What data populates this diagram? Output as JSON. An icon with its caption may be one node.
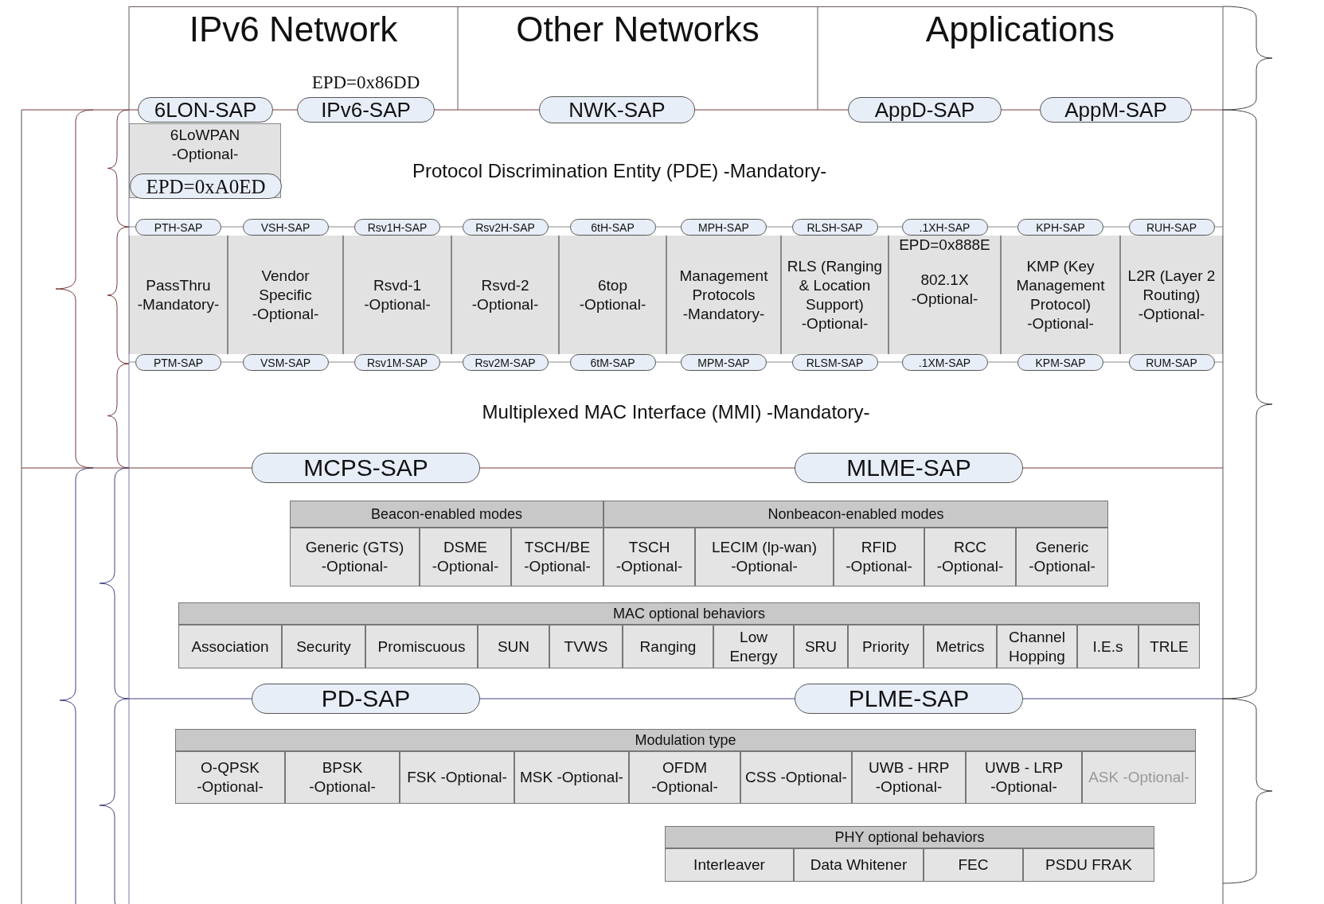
{
  "diagram": {
    "nodes": [
      {
        "text": [
          "IPv6 Network"
        ]
      },
      {
        "text": [
          "Other Networks"
        ]
      },
      {
        "text": [
          "Applications"
        ]
      },
      {
        "text": [
          "Protocol Discrimination Entity (PDE) -Mandatory-"
        ]
      },
      {
        "text": [
          "6LoWPAN -Optional-"
        ]
      },
      {
        "text": [
          "EPD=0xA0ED"
        ],
        "in": 4
      },
      {
        "text": [
          "6LON-SAP"
        ]
      },
      {
        "text": [
          "IPv6-SAP"
        ],
        "beside": [
          "EPD=0x86DD"
        ]
      },
      {
        "text": [
          "NWK-SAP"
        ]
      },
      {
        "text": [
          "AppD-SAP"
        ]
      },
      {
        "text": [
          "AppM-SAP"
        ]
      },
      {
        "text": [
          "PTH-SAP"
        ]
      },
      {
        "text": [
          "VSH-SAP"
        ]
      },
      {
        "text": [
          "Rsv1H-SAP"
        ]
      },
      {
        "text": [
          "Rsv2H-SAP"
        ]
      },
      {
        "text": [
          "6tH-SAP"
        ]
      },
      {
        "text": [
          "MPH-SAP"
        ]
      },
      {
        "text": [
          "RLSH-SAP"
        ]
      },
      {
        "text": [
          ".1XH-SAP"
        ]
      },
      {
        "text": [
          "KPH-SAP"
        ]
      },
      {
        "text": [
          "RUH-SAP"
        ]
      },
      {
        "text": [
          "PassThru -Mandatory-"
        ]
      },
      {
        "text": [
          "Vendor Specific -Optional-"
        ]
      },
      {
        "text": [
          "Rsvd-1 -Optional-"
        ]
      },
      {
        "text": [
          "Rsvd-2 -Optional-"
        ]
      },
      {
        "text": [
          "6top -Optional-"
        ]
      },
      {
        "text": [
          "Management Protocols -Mandatory-"
        ]
      },
      {
        "text": [
          "RLS (Ranging & Location Support) -Optional-"
        ]
      },
      {
        "text": [
          "EPD=0x888E",
          "802.1X -Optional-"
        ]
      },
      {
        "text": [
          "KMP (Key Management Protocol) -Optional-"
        ]
      },
      {
        "text": [
          "L2R (Layer 2 Routing) -Optional-"
        ]
      },
      {
        "text": [
          "PTM-SAP"
        ]
      },
      {
        "text": [
          "VSM-SAP"
        ]
      },
      {
        "text": [
          "Rsv1M-SAP"
        ]
      },
      {
        "text": [
          "Rsv2M-SAP"
        ]
      },
      {
        "text": [
          "6tM-SAP"
        ]
      },
      {
        "text": [
          "MPM-SAP"
        ]
      },
      {
        "text": [
          "RLSM-SAP"
        ]
      },
      {
        "text": [
          ".1XM-SAP"
        ]
      },
      {
        "text": [
          "KPM-SAP"
        ]
      },
      {
        "text": [
          "RUM-SAP"
        ]
      },
      {
        "text": [
          "Multiplexed MAC Interface (MMI) -Mandatory-"
        ]
      },
      {
        "text": [
          "MCPS-SAP"
        ]
      },
      {
        "text": [
          "MLME-SAP"
        ]
      },
      {
        "text": [
          "Beacon-enabled modes"
        ]
      },
      {
        "text": [
          "Nonbeacon-enabled modes"
        ]
      },
      {
        "text": [
          "Generic (GTS) -Optional-"
        ]
      },
      {
        "text": [
          "DSME -Optional-"
        ]
      },
      {
        "text": [
          "TSCH/BE -Optional-"
        ]
      },
      {
        "text": [
          "TSCH -Optional-"
        ]
      },
      {
        "text": [
          "LECIM (lp-wan) -Optional-"
        ]
      },
      {
        "text": [
          "RFID -Optional-"
        ]
      },
      {
        "text": [
          "RCC -Optional-"
        ]
      },
      {
        "text": [
          "Generic -Optional-"
        ]
      },
      {
        "text": [
          "MAC optional behaviors"
        ]
      },
      {
        "text": [
          "Association"
        ]
      },
      {
        "text": [
          "Security"
        ]
      },
      {
        "text": [
          "Promiscuous"
        ]
      },
      {
        "text": [
          "SUN"
        ]
      },
      {
        "text": [
          "TVWS"
        ]
      },
      {
        "text": [
          "Ranging"
        ]
      },
      {
        "text": [
          "Low Energy"
        ]
      },
      {
        "text": [
          "SRU"
        ]
      },
      {
        "text": [
          "Priority"
        ]
      },
      {
        "text": [
          "Metrics"
        ]
      },
      {
        "text": [
          "Channel Hopping"
        ]
      },
      {
        "text": [
          "I.E.s"
        ]
      },
      {
        "text": [
          "TRLE"
        ]
      },
      {
        "text": [
          "PD-SAP"
        ]
      },
      {
        "text": [
          "PLME-SAP"
        ]
      },
      {
        "text": [
          "Modulation type"
        ]
      },
      {
        "text": [
          "O-QPSK -Optional-"
        ]
      },
      {
        "text": [
          "BPSK -Optional-"
        ]
      },
      {
        "text": [
          "FSK -Optional-"
        ]
      },
      {
        "text": [
          "MSK -Optional-"
        ]
      },
      {
        "text": [
          "OFDM -Optional-"
        ]
      },
      {
        "text": [
          "CSS -Optional-"
        ]
      },
      {
        "text": [
          "UWB - HRP -Optional-"
        ]
      },
      {
        "text": [
          "UWB - LRP -Optional-"
        ]
      },
      {
        "text": [
          "ASK -Optional-"
        ]
      },
      {
        "text": [
          "PHY optional behaviors"
        ]
      },
      {
        "text": [
          "Interleaver"
        ]
      },
      {
        "text": [
          "Data Whitener"
        ]
      },
      {
        "text": [
          "FEC"
        ]
      },
      {
        "text": [
          "PSDU FRAK"
        ]
      }
    ]
  }
}
